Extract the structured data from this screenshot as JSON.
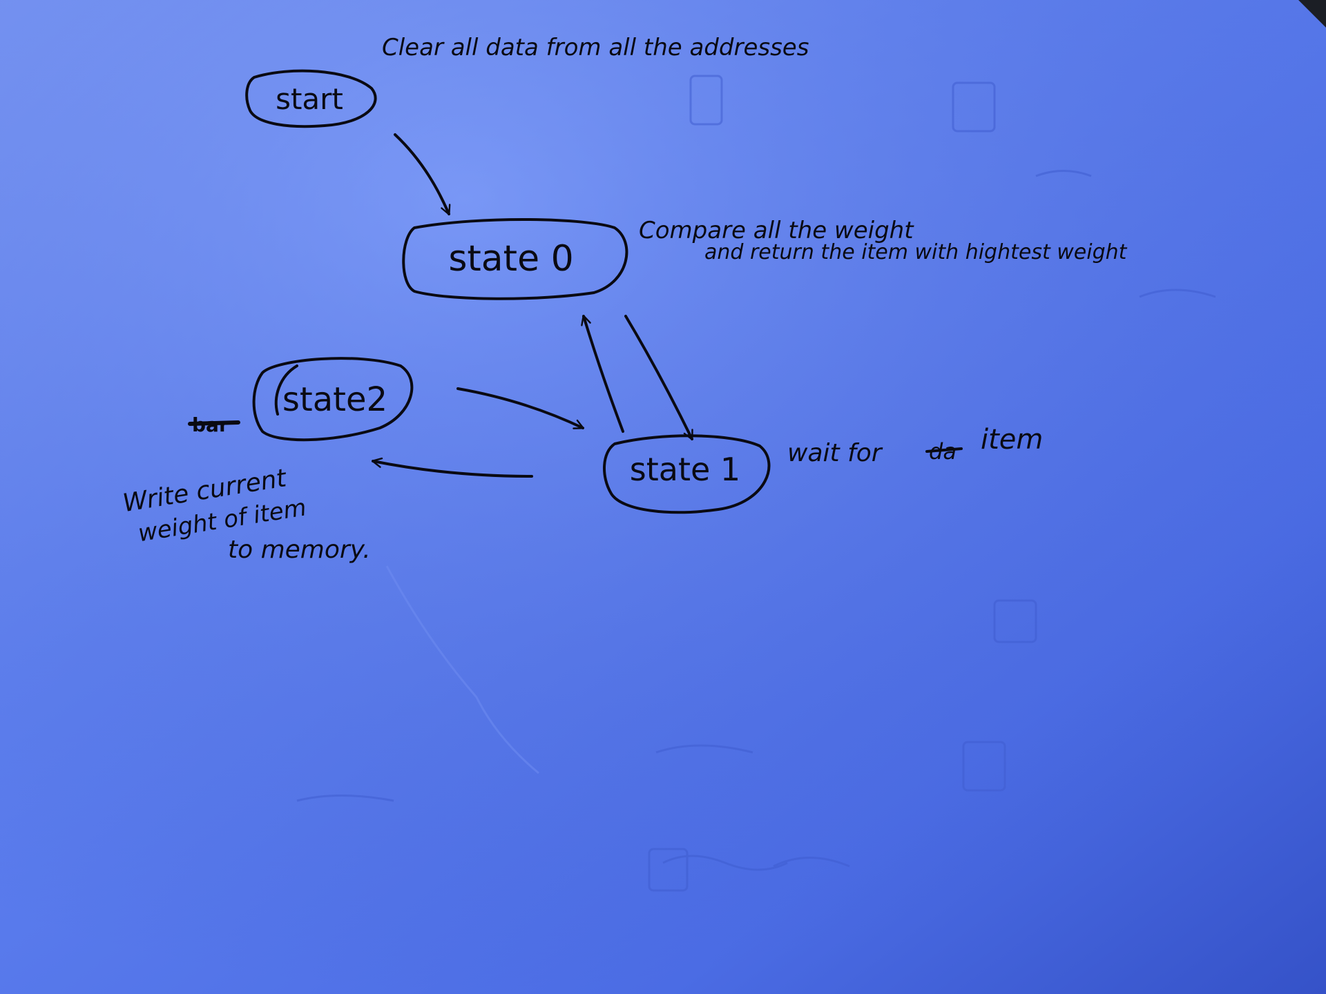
{
  "colors": {
    "paper_light": "#6f8cf4",
    "paper_mid": "#5476ea",
    "paper_dark": "#3a54c4",
    "background_corner": "#1b1e25",
    "ink": "#0a0a12"
  },
  "diagram": {
    "nodes": {
      "start": "start",
      "state0": "state 0",
      "state1": "state 1",
      "state2": "state2"
    },
    "notes": {
      "start": "Clear all data from all the addresses",
      "state0_line1": "Compare all the weight",
      "state0_line2": "and return the item with hightest weight",
      "state1_word1": "wait for",
      "state1_struck": "da",
      "state1_word2": "item",
      "state2_line1": "Write current",
      "state2_line2": "weight of item",
      "state2_line3": "to memory.",
      "state2_struck": "bar"
    },
    "edges": [
      {
        "from": "start",
        "to": "state 0"
      },
      {
        "from": "state 0",
        "to": "state 1"
      },
      {
        "from": "state 1",
        "to": "state 0"
      },
      {
        "from": "state2",
        "to": "state 1"
      },
      {
        "from": "state 1",
        "to": "state2"
      }
    ]
  }
}
